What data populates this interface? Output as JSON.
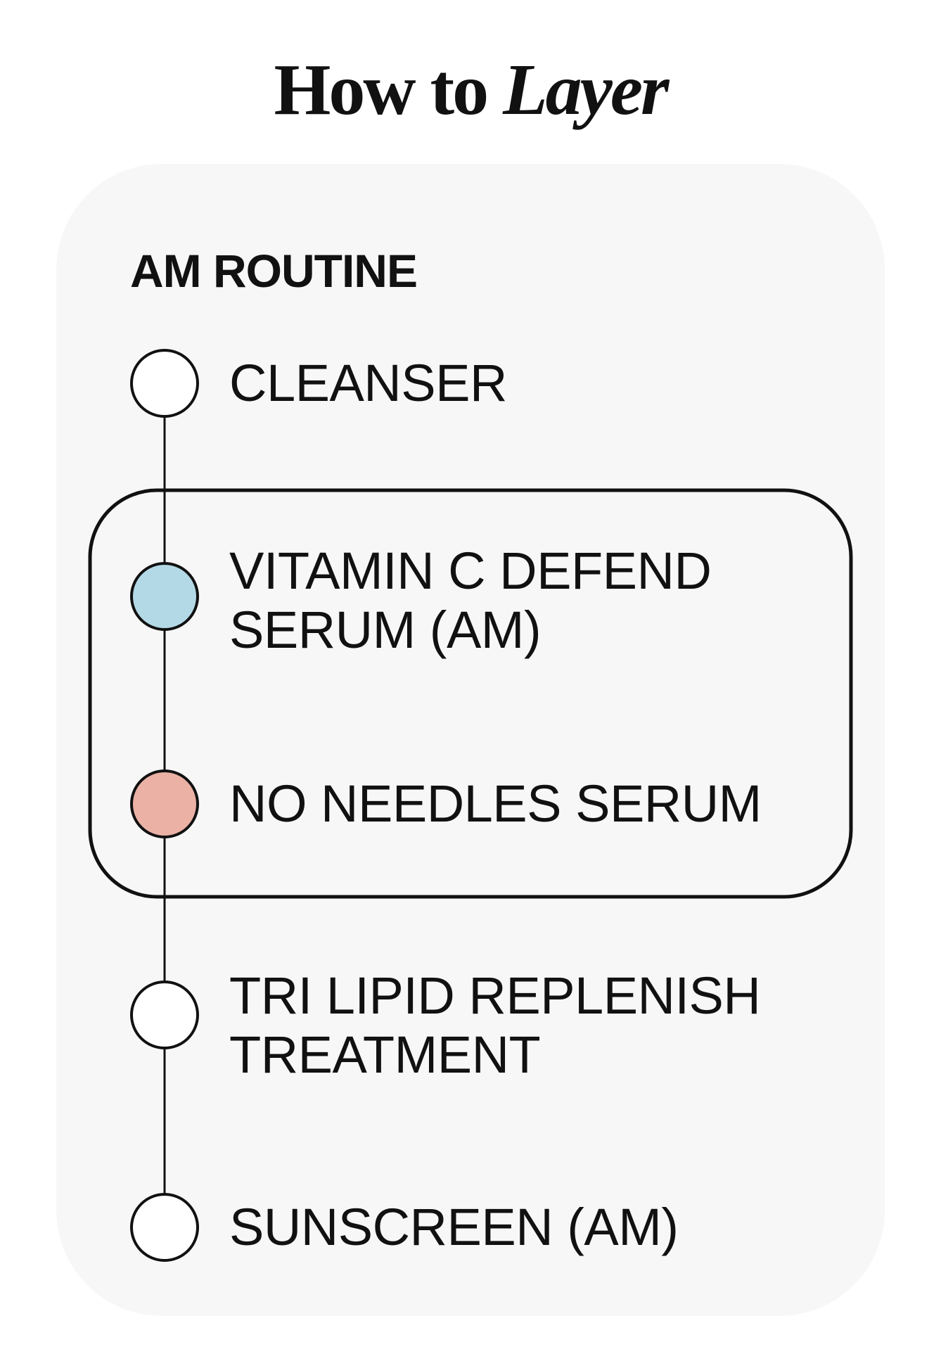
{
  "header": {
    "title_plain": "How to",
    "title_accent": "Layer"
  },
  "routine": {
    "heading": "AM ROUTINE",
    "steps": [
      {
        "lines": [
          "CLEANSER"
        ],
        "highlighted": false,
        "dot_color": "#ffffff"
      },
      {
        "lines": [
          "VITAMIN C DEFEND",
          "SERUM (AM)"
        ],
        "highlighted": true,
        "dot_color": "#b3d9e6"
      },
      {
        "lines": [
          "NO NEEDLES SERUM"
        ],
        "highlighted": true,
        "dot_color": "#ebb1a5"
      },
      {
        "lines": [
          "TRI LIPID REPLENISH",
          "TREATMENT"
        ],
        "highlighted": false,
        "dot_color": "#ffffff"
      },
      {
        "lines": [
          "SUNSCREEN (AM)"
        ],
        "highlighted": false,
        "dot_color": "#ffffff"
      }
    ]
  },
  "colors": {
    "card_background": "#f7f7f7",
    "ink": "#111111",
    "serum_blue": "#b3d9e6",
    "serum_pink": "#ebb1a5"
  }
}
